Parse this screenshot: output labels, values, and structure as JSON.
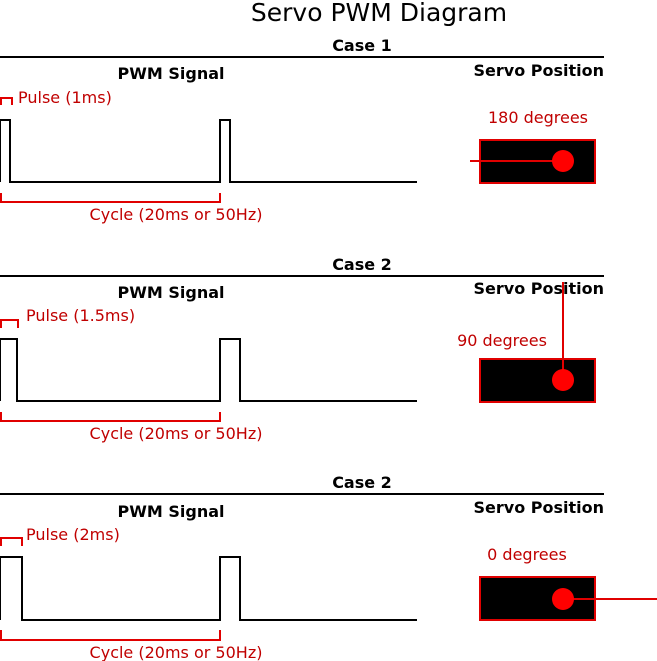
{
  "title": "Servo PWM Diagram",
  "colors": {
    "signal": "#000000",
    "accent": "#e00000",
    "label": "#c00000",
    "servo_body": "#000000",
    "servo_dot": "#ff0000"
  },
  "cases": [
    {
      "header": "Case 1",
      "signal_title": "PWM Signal",
      "servo_title": "Servo Position",
      "pulse_label": "Pulse (1ms)",
      "cycle_label": "Cycle (20ms or 50Hz)",
      "position_label": "180 degrees"
    },
    {
      "header": "Case 2",
      "signal_title": "PWM Signal",
      "servo_title": "Servo Position",
      "pulse_label": "Pulse (1.5ms)",
      "cycle_label": "Cycle (20ms or 50Hz)",
      "position_label": "90 degrees"
    },
    {
      "header": "Case 2",
      "signal_title": "PWM Signal",
      "servo_title": "Servo Position",
      "pulse_label": "Pulse (2ms)",
      "cycle_label": "Cycle (20ms or 50Hz)",
      "position_label": "0 degrees"
    }
  ]
}
